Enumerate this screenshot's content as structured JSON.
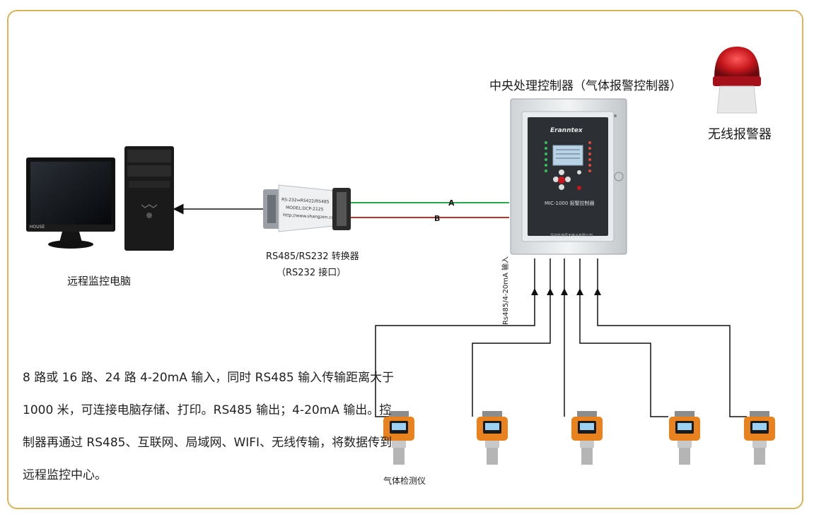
{
  "labels": {
    "controller_title": "中央处理控制器（气体报警控制器）",
    "alarm": "无线报警器",
    "computer": "远程监控电脑",
    "converter_line1": "RS485/RS232 转换器",
    "converter_line2": "（RS232 接口）",
    "input_label": "Rs485/4-20mA 输入",
    "detector": "气体检测仪",
    "wire_a": "A",
    "wire_b": "B"
  },
  "controller_panel": {
    "brand": "Eranntex",
    "model": "MIC-1000 报警控制器",
    "footer": "深圳市逸辰天电子有限公司"
  },
  "converter_device": {
    "model_line": "RS-232⇔RS422/RS485",
    "model_no": "MODEL:DCP-2125",
    "url": "http://www.shangzen.cc"
  },
  "monitor_brand": "HOUSE",
  "description": {
    "line1": "8 路或 16 路、24 路 4-20mA 输入，同时 RS485 输入传输距离大于",
    "line2": "1000 米，可连接电脑存储、打印。RS485 输出；4-20mA 输出。控",
    "line3": "制器再通过 RS485、互联网、局域网、WIFI、无线传输，将数据传到",
    "line4": "远程监控中心。"
  },
  "colors": {
    "frame_border": "#d9b45a",
    "wire_a": "#2aa84a",
    "wire_b": "#c0322a",
    "detector_body": "#e8821e",
    "alarm_red": "#c4161c"
  },
  "icons": [
    "computer-icon",
    "converter-icon",
    "controller-icon",
    "alarm-light-icon",
    "gas-detector-icon"
  ]
}
